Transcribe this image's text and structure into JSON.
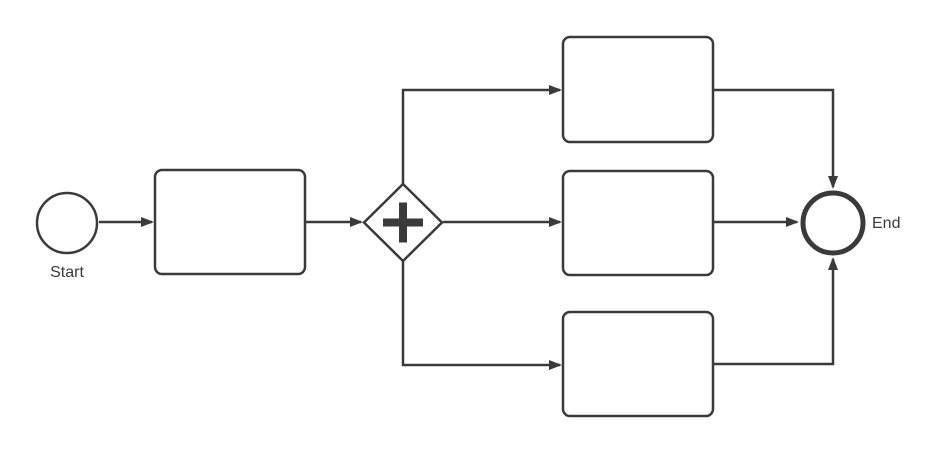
{
  "diagram": {
    "type": "bpmn-process-flowchart",
    "background": "#ffffff",
    "colors": {
      "stroke": "#3a3a3a",
      "shape_fill": "#ffffff",
      "text": "#3a3a3a"
    },
    "labels": {
      "start": "Start",
      "end": "End"
    },
    "nodes": [
      {
        "id": "start",
        "kind": "start-event",
        "shape": "circle",
        "label": "Start"
      },
      {
        "id": "task-1",
        "kind": "task",
        "shape": "rounded-rectangle",
        "label": ""
      },
      {
        "id": "gateway",
        "kind": "parallel-gateway",
        "shape": "diamond",
        "symbol": "plus-icon",
        "label": ""
      },
      {
        "id": "task-top",
        "kind": "task",
        "shape": "rounded-rectangle",
        "label": ""
      },
      {
        "id": "task-middle",
        "kind": "task",
        "shape": "rounded-rectangle",
        "label": ""
      },
      {
        "id": "task-bottom",
        "kind": "task",
        "shape": "rounded-rectangle",
        "label": ""
      },
      {
        "id": "end",
        "kind": "end-event",
        "shape": "thick-circle",
        "label": "End"
      }
    ],
    "edges": [
      {
        "from": "start",
        "to": "task-1",
        "arrow": true
      },
      {
        "from": "task-1",
        "to": "gateway",
        "arrow": true
      },
      {
        "from": "gateway",
        "to": "task-top",
        "arrow": true
      },
      {
        "from": "gateway",
        "to": "task-middle",
        "arrow": true
      },
      {
        "from": "gateway",
        "to": "task-bottom",
        "arrow": true
      },
      {
        "from": "task-top",
        "to": "end",
        "arrow": true
      },
      {
        "from": "task-middle",
        "to": "end",
        "arrow": true
      },
      {
        "from": "task-bottom",
        "to": "end",
        "arrow": true
      }
    ]
  }
}
